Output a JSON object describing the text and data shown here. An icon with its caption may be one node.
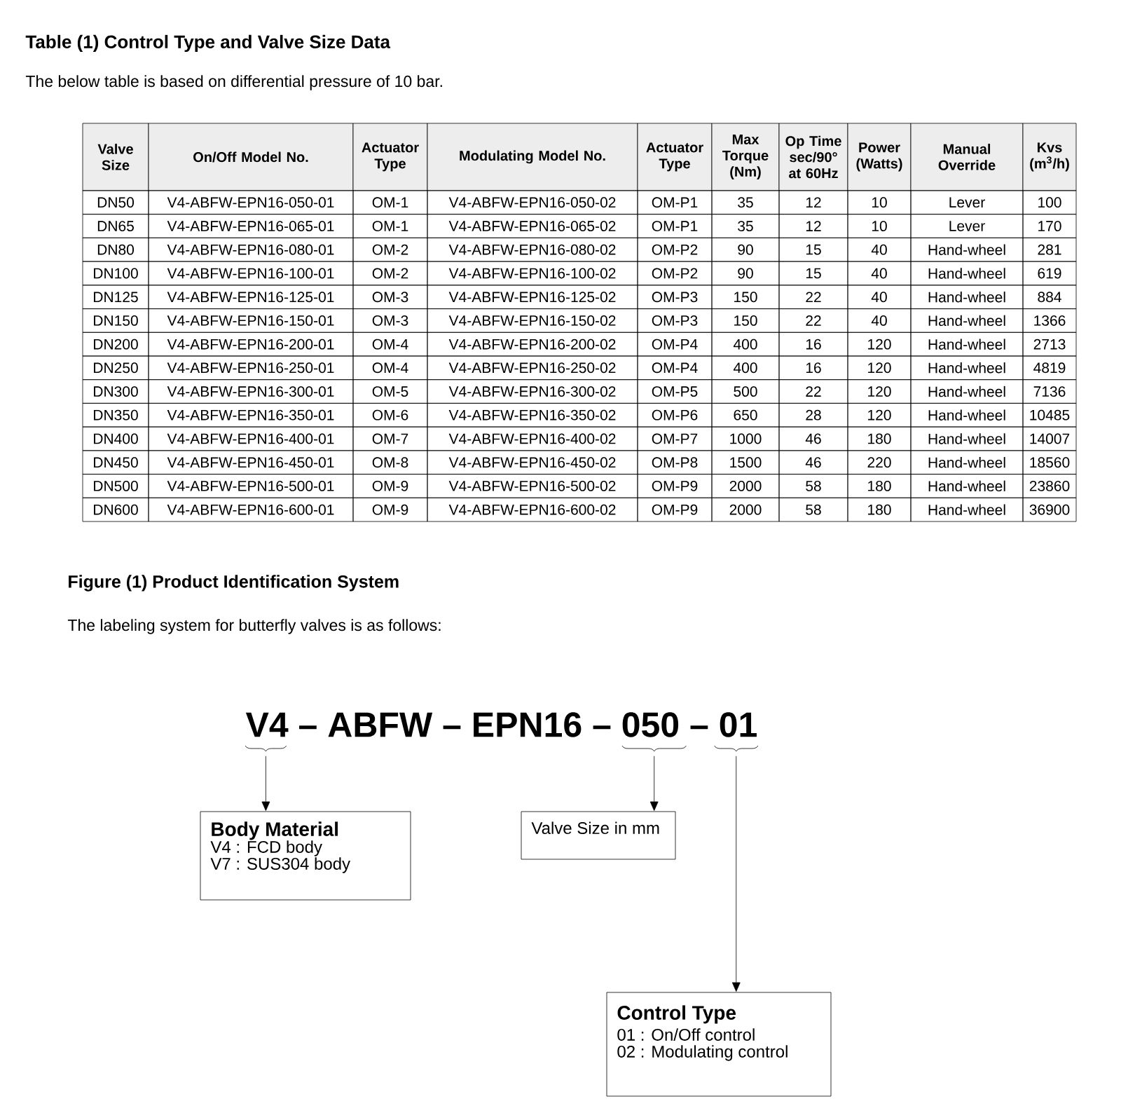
{
  "diagram": {
    "title": "Table (1) Control Type and Valve Size Data",
    "nodes": [
      {
        "text": [],
        "shape": "brace"
      },
      {
        "text": [],
        "shape": "brace"
      },
      {
        "text": [],
        "shape": "brace"
      },
      {
        "text": [
          "Body Material",
          "V4 : FCD body",
          "V7 : SUS304 body"
        ]
      },
      {
        "text": [
          "Valve Size in mm"
        ]
      },
      {
        "text": [
          "Control Type",
          "01 : On/Off control",
          "02 : Modulating control"
        ]
      }
    ],
    "edges": [
      {
        "from": 0,
        "to": 3,
        "arrow": "to"
      },
      {
        "from": 1,
        "to": 4,
        "arrow": "to"
      },
      {
        "from": 2,
        "to": 5,
        "arrow": "to"
      }
    ],
    "labels": [
      "The below table is based on differential pressure of 10 bar.",
      "Valve Size",
      "On/Off Model No.",
      "Actuator Type",
      "Modulating Model No.",
      "Actuator Type",
      "Max Torque (Nm)",
      "Op Time sec/90° at 60Hz",
      "Power (Watts)",
      "Manual Override",
      "Kvs (m$^{3}$/h)",
      "DN50",
      "V4-ABFW-EPN16-050-01",
      "OM-1",
      "V4-ABFW-EPN16-050-02",
      "OM-P1",
      "35",
      "12",
      "10",
      "Lever",
      "100",
      "DN65",
      "V4-ABFW-EPN16-065-01",
      "OM-1",
      "V4-ABFW-EPN16-065-02",
      "OM-P1",
      "35",
      "12",
      "10",
      "Lever",
      "170",
      "DN80",
      "V4-ABFW-EPN16-080-01",
      "OM-2",
      "V4-ABFW-EPN16-080-02",
      "OM-P2",
      "90",
      "15",
      "40",
      "Hand-wheel",
      "281",
      "DN100",
      "V4-ABFW-EPN16-100-01",
      "OM-2",
      "V4-ABFW-EPN16-100-02",
      "OM-P2",
      "90",
      "15",
      "40",
      "Hand-wheel",
      "619",
      "DN125",
      "V4-ABFW-EPN16-125-01",
      "OM-3",
      "V4-ABFW-EPN16-125-02",
      "OM-P3",
      "150",
      "22",
      "40",
      "Hand-wheel",
      "884",
      "DN150",
      "V4-ABFW-EPN16-150-01",
      "OM-3",
      "V4-ABFW-EPN16-150-02",
      "OM-P3",
      "150",
      "22",
      "40",
      "Hand-wheel",
      "1366",
      "DN200",
      "V4-ABFW-EPN16-200-01",
      "OM-4",
      "V4-ABFW-EPN16-200-02",
      "OM-P4",
      "400",
      "16",
      "120",
      "Hand-wheel",
      "2713",
      "DN250",
      "V4-ABFW-EPN16-250-01",
      "OM-4",
      "V4-ABFW-EPN16-250-02",
      "OM-P4",
      "400",
      "16",
      "120",
      "Hand-wheel",
      "4819",
      "DN300",
      "V4-ABFW-EPN16-300-01",
      "OM-5",
      "V4-ABFW-EPN16-300-02",
      "OM-P5",
      "500",
      "22",
      "120",
      "Hand-wheel",
      "7136",
      "DN350",
      "V4-ABFW-EPN16-350-01",
      "OM-6",
      "V4-ABFW-EPN16-350-02",
      "OM-P6",
      "650",
      "28",
      "120",
      "Hand-wheel",
      "10485",
      "DN400",
      "V4-ABFW-EPN16-400-01",
      "OM-7",
      "V4-ABFW-EPN16-400-02",
      "OM-P7",
      "1000",
      "46",
      "180",
      "Hand-wheel",
      "14007",
      "DN450",
      "V4-ABFW-EPN16-450-01",
      "OM-8",
      "V4-ABFW-EPN16-450-02",
      "OM-P8",
      "1500",
      "46",
      "220",
      "Hand-wheel",
      "18560",
      "DN500",
      "V4-ABFW-EPN16-500-01",
      "OM-9",
      "V4-ABFW-EPN16-500-02",
      "OM-P9",
      "2000",
      "58",
      "180",
      "Hand-wheel",
      "23860",
      "DN600",
      "V4-ABFW-EPN16-600-01",
      "OM-9",
      "V4-ABFW-EPN16-600-02",
      "OM-P9",
      "2000",
      "58",
      "180",
      "Hand-wheel",
      "36900",
      "Figure (1) Product Identification System",
      "The labeling system for butterfly valves is as follows:",
      "V4 – ABFW – EPN16 – 050 – 01"
    ]
  }
}
